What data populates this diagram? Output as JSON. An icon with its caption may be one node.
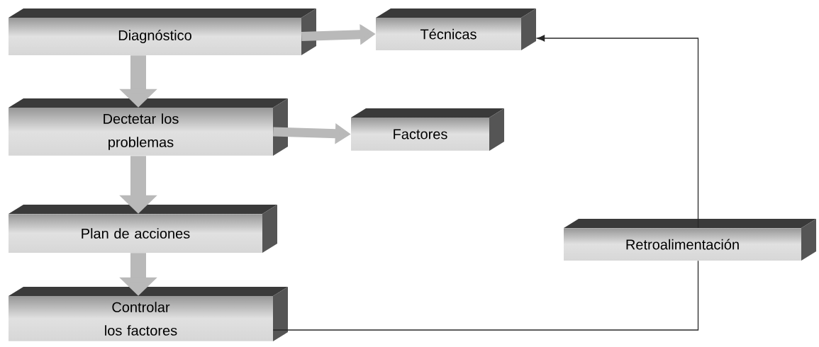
{
  "diagram": {
    "nodes": [
      {
        "text": [
          "Diagnóstico"
        ]
      },
      {
        "text": [
          "Técnicas"
        ]
      },
      {
        "text": [
          "Dectetar los problemas"
        ]
      },
      {
        "text": [
          "Factores"
        ]
      },
      {
        "text": [
          "Plan de acciones"
        ]
      },
      {
        "text": [
          "Controlar los factores"
        ]
      },
      {
        "text": [
          "Retroalimentación"
        ]
      }
    ],
    "edges": [
      {
        "from": 0,
        "to": 1,
        "arrow": "to"
      },
      {
        "from": 0,
        "to": 2,
        "arrow": "to"
      },
      {
        "from": 2,
        "to": 3,
        "arrow": "to"
      },
      {
        "from": 2,
        "to": 4,
        "arrow": "to"
      },
      {
        "from": 4,
        "to": 5,
        "arrow": "to"
      },
      {
        "from": 5,
        "to": 6,
        "arrow": "none",
        "color": "#282828"
      },
      {
        "from": 6,
        "to": 1,
        "arrow": "to",
        "color": "#282828"
      }
    ]
  }
}
